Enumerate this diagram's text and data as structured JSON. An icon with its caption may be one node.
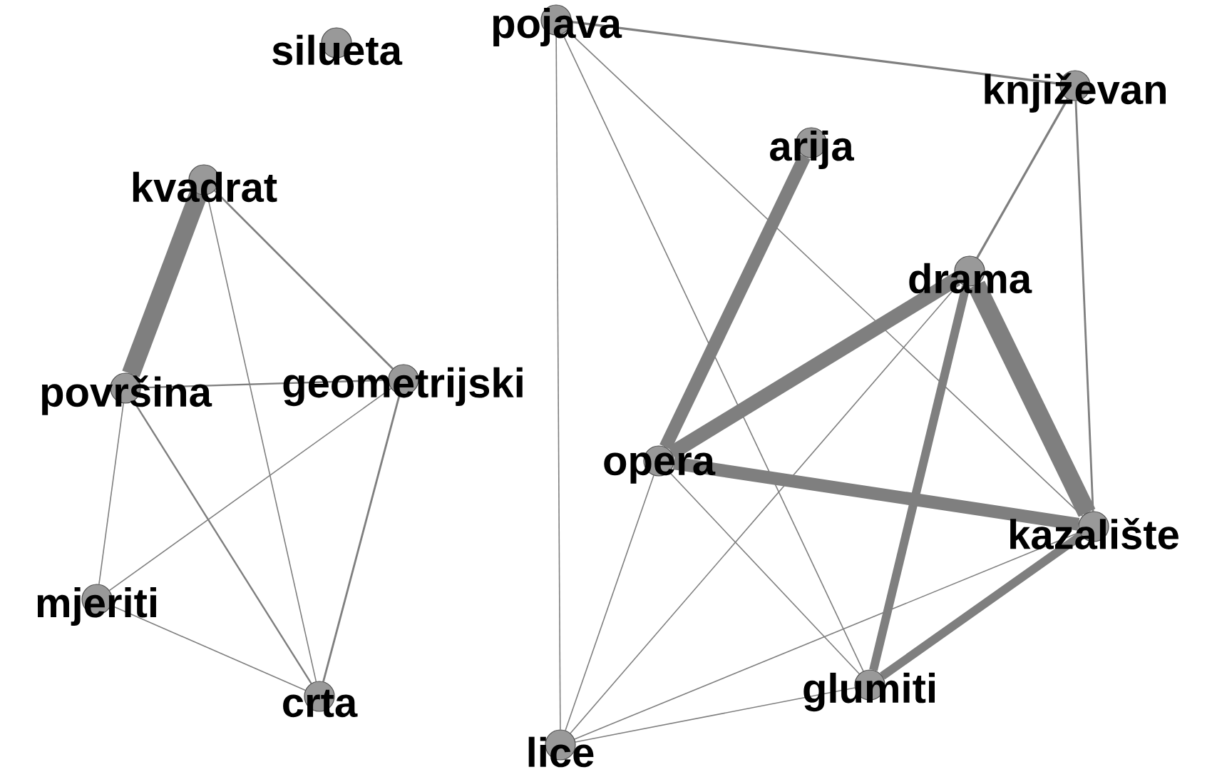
{
  "diagram": {
    "nodes": [
      {
        "text": [
          "silueta"
        ]
      },
      {
        "text": [
          "kvadrat"
        ]
      },
      {
        "text": [
          "površina"
        ]
      },
      {
        "text": [
          "geometrijski"
        ]
      },
      {
        "text": [
          "mjeriti"
        ]
      },
      {
        "text": [
          "crta"
        ]
      },
      {
        "text": [
          "pojava"
        ]
      },
      {
        "text": [
          "književan"
        ]
      },
      {
        "text": [
          "arija"
        ]
      },
      {
        "text": [
          "drama"
        ]
      },
      {
        "text": [
          "opera"
        ]
      },
      {
        "text": [
          "kazalište"
        ]
      },
      {
        "text": [
          "glumiti"
        ]
      },
      {
        "text": [
          "lice"
        ]
      }
    ],
    "edges": [
      {
        "from": 1,
        "to": 2,
        "arrow": "none",
        "style": "thick"
      },
      {
        "from": 1,
        "to": 3,
        "arrow": "none"
      },
      {
        "from": 1,
        "to": 5,
        "arrow": "none"
      },
      {
        "from": 2,
        "to": 3,
        "arrow": "none"
      },
      {
        "from": 2,
        "to": 4,
        "arrow": "none"
      },
      {
        "from": 2,
        "to": 5,
        "arrow": "none"
      },
      {
        "from": 3,
        "to": 4,
        "arrow": "none"
      },
      {
        "from": 3,
        "to": 5,
        "arrow": "none"
      },
      {
        "from": 4,
        "to": 5,
        "arrow": "none"
      },
      {
        "from": 6,
        "to": 7,
        "arrow": "none"
      },
      {
        "from": 6,
        "to": 13,
        "arrow": "none"
      },
      {
        "from": 6,
        "to": 12,
        "arrow": "none"
      },
      {
        "from": 6,
        "to": 11,
        "arrow": "none"
      },
      {
        "from": 8,
        "to": 10,
        "arrow": "none",
        "style": "thick"
      },
      {
        "from": 9,
        "to": 10,
        "arrow": "none",
        "style": "thick"
      },
      {
        "from": 9,
        "to": 11,
        "arrow": "none",
        "style": "thick"
      },
      {
        "from": 9,
        "to": 12,
        "arrow": "none",
        "style": "thick"
      },
      {
        "from": 9,
        "to": 13,
        "arrow": "none"
      },
      {
        "from": 9,
        "to": 7,
        "arrow": "none"
      },
      {
        "from": 7,
        "to": 11,
        "arrow": "none"
      },
      {
        "from": 10,
        "to": 11,
        "arrow": "none",
        "style": "thick"
      },
      {
        "from": 10,
        "to": 12,
        "arrow": "none"
      },
      {
        "from": 10,
        "to": 13,
        "arrow": "none"
      },
      {
        "from": 11,
        "to": 13,
        "arrow": "none"
      },
      {
        "from": 11,
        "to": 12,
        "arrow": "none",
        "style": "thick"
      },
      {
        "from": 12,
        "to": 13,
        "arrow": "none"
      }
    ]
  }
}
